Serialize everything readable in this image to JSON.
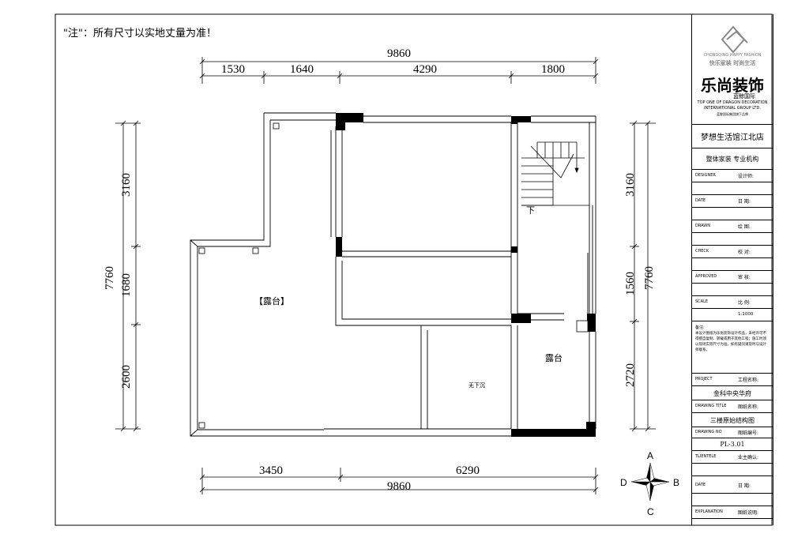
{
  "note": "\"注\"：所有尺寸以实地丈量为准！",
  "dimensions": {
    "top_total": "9860",
    "top_segments": [
      "1530",
      "1640",
      "4290",
      "1800"
    ],
    "bottom_total": "9860",
    "bottom_segments": [
      "3450",
      "6290"
    ],
    "left_total": "7760",
    "left_segments": [
      "3160",
      "1680",
      "2600"
    ],
    "right_total": "7760",
    "right_segments": [
      "3160",
      "1560",
      "2720"
    ]
  },
  "rooms": {
    "terrace_left": "【露台】",
    "terrace_right": "露台",
    "no_sink": "无下沉",
    "stair_down": "下"
  },
  "compass": {
    "a": "A",
    "b": "B",
    "c": "C",
    "d": "D"
  },
  "title_block": {
    "logo_en": "CHONGQING HAPPY FASHION",
    "logo_cn": "快乐家装 时尚生活",
    "brand": "乐尚装饰",
    "brand_sub": "蓝鲸国际",
    "brand_en1": "TOP ONE OF DRAGON DECORATION",
    "brand_en2": "INTERNATIONAL GROUP LTD.",
    "brand_en3": "蓝鲸国际集团旗下品牌",
    "store": "梦想生活馆江北店",
    "slogan": "整体家装  专业机构",
    "rows": [
      {
        "en": "DESIGNER",
        "cn": "设计师:"
      },
      {
        "en": "DATE",
        "cn": "日  期:"
      },
      {
        "en": "DRAWN",
        "cn": "绘  图:"
      },
      {
        "en": "CHECK",
        "cn": "校  对:"
      },
      {
        "en": "APPROVED",
        "cn": "审  核:"
      },
      {
        "en": "SCALE",
        "cn": "比  例:"
      }
    ],
    "scale_value": "1:1000",
    "remark_title": "备注:",
    "remark_text": "本设计图纸为乐尚装饰设计作品，未经许可不得擅自复制、转载或用于其他工程；施工时须以现场实际尺寸为准，如有疑问请及时与设计师联系。",
    "project_en": "PROJECT",
    "project_cn": "工程名称:",
    "project_value": "金科中央华府",
    "drawing_title_en": "DRAWING TITLE",
    "drawing_title_cn": "图纸名称:",
    "drawing_title_value": "三楼原始结构图",
    "drawing_no_en": "DRAWING NO",
    "drawing_no_cn": "图纸编号:",
    "drawing_no_value": "PL-3.01",
    "client_en": "TLIENTELE",
    "client_cn": "业主确认:",
    "date2_en": "DATE",
    "date2_cn": "日  期:",
    "explanation_en": "EXPLANATION",
    "explanation_cn": "图纸说明:"
  }
}
